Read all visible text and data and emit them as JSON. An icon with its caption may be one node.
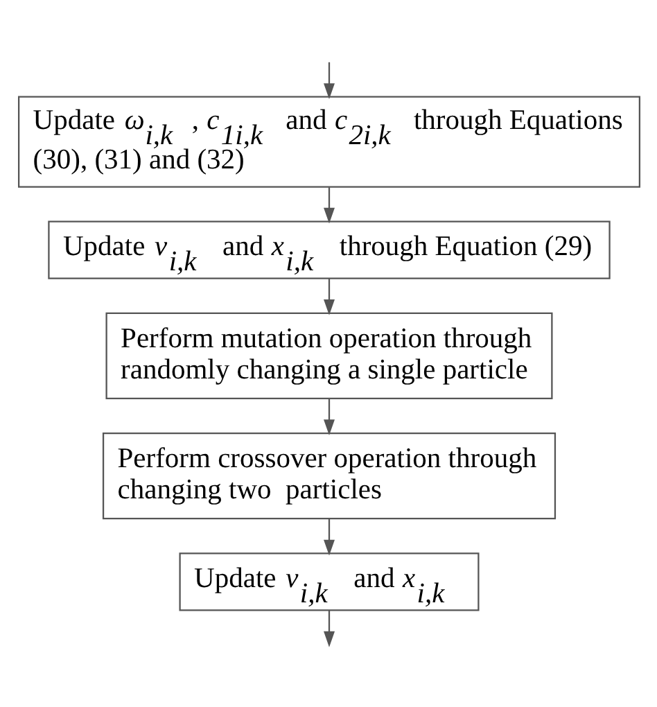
{
  "diagram": {
    "nodes": [
      {
        "text": [
          "Update *ω*$_{i,k}$, *c*$_{1i,k}$ and *c*$_{2i,k}$ through Equations (30), (31) and (32)"
        ]
      },
      {
        "text": [
          "Update *v*$_{i,k}$ and *x*$_{i,k}$ through Equation (29)"
        ]
      },
      {
        "text": [
          "Perform mutation operation through randomly changing a single particle"
        ]
      },
      {
        "text": [
          "Perform crossover operation through changing two  particles"
        ]
      },
      {
        "text": [
          "Update *v*$_{i,k}$ and *x*$_{i,k}$"
        ]
      }
    ],
    "edges": [
      {
        "from": null,
        "to": 0,
        "arrow": "to"
      },
      {
        "from": 0,
        "to": 1,
        "arrow": "to"
      },
      {
        "from": 1,
        "to": 2,
        "arrow": "to"
      },
      {
        "from": 2,
        "to": 3,
        "arrow": "to"
      },
      {
        "from": 3,
        "to": 4,
        "arrow": "to"
      },
      {
        "from": 4,
        "to": null,
        "arrow": "to"
      }
    ]
  }
}
